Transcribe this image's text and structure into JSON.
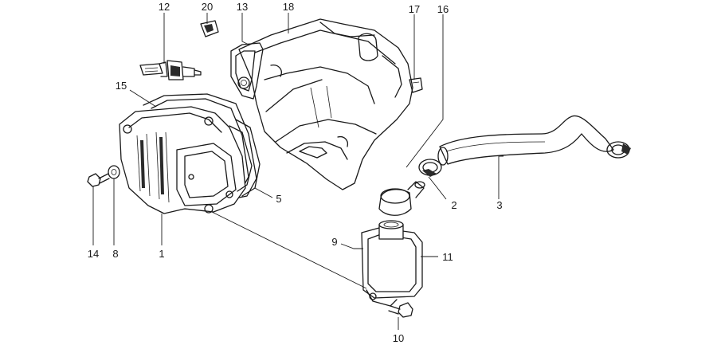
{
  "callouts": {
    "c1": "1",
    "c2": "2",
    "c3": "3",
    "c5": "5",
    "c8": "8",
    "c9": "9",
    "c10": "10",
    "c11": "11",
    "c12": "12",
    "c13": "13",
    "c14": "14",
    "c15": "15",
    "c16": "16",
    "c17": "17",
    "c18": "18",
    "c20": "20"
  }
}
